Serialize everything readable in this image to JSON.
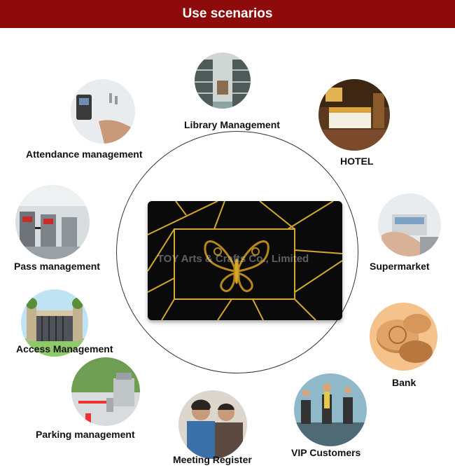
{
  "header": {
    "title": "Use scenarios"
  },
  "card": {
    "watermark": "TOY Arts & Crafts Co., Limited"
  },
  "scenarios": [
    {
      "label": "Attendance management",
      "icon": "attendance-photo"
    },
    {
      "label": "Library Management",
      "icon": "library-photo"
    },
    {
      "label": "HOTEL",
      "icon": "hotel-photo"
    },
    {
      "label": "Pass management",
      "icon": "turnstile-photo"
    },
    {
      "label": "Supermarket",
      "icon": "cash-register-photo"
    },
    {
      "label": "Access Management",
      "icon": "gate-photo"
    },
    {
      "label": "Bank",
      "icon": "coins-photo"
    },
    {
      "label": "Parking management",
      "icon": "parking-photo"
    },
    {
      "label": "Meeting Register",
      "icon": "meeting-photo"
    },
    {
      "label": "VIP Customers",
      "icon": "gym-photo"
    }
  ],
  "colors": {
    "banner": "#8e0b0b",
    "gold": "#d4a82a",
    "card": "#0a0a0a"
  }
}
